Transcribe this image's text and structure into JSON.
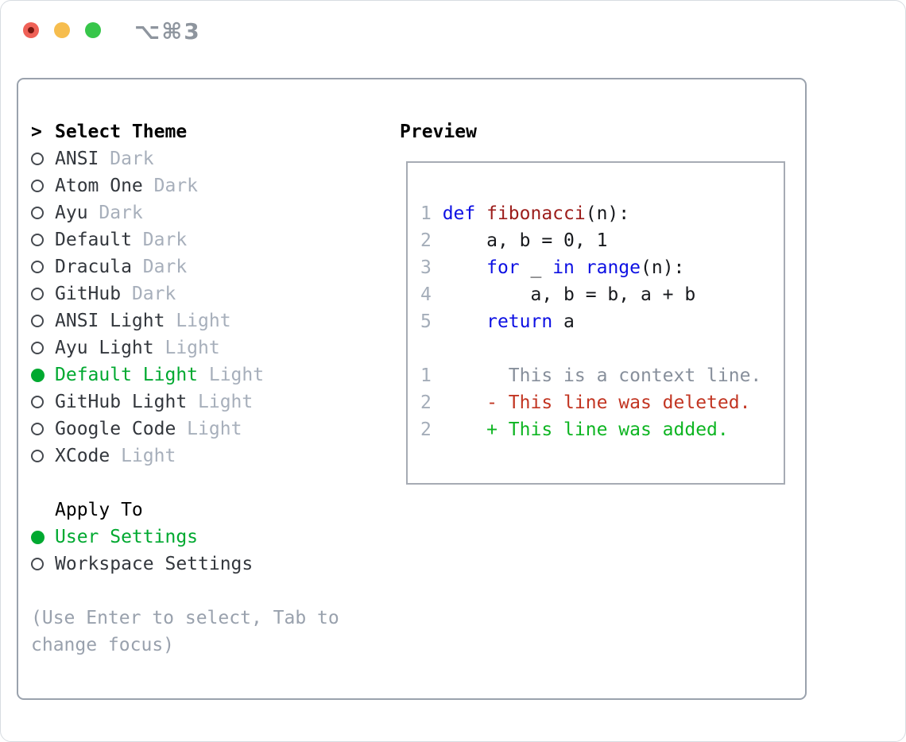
{
  "titlebar": {
    "title": "⌥⌘3"
  },
  "colors": {
    "light-red": "#ef6157",
    "light-red-dot": "#771710",
    "light-yellow": "#f6bd4e",
    "light-green": "#37c64a",
    "title-gray": "#8e959e",
    "panel-border": "#9aa2ad",
    "preview-border": "#a6abb4",
    "item-text": "#33373d",
    "muted": "#a7afbb",
    "hint": "#99a1ad",
    "radio-ring": "#45494f",
    "green-selected": "#00a930",
    "line-num": "#a4adb9",
    "code-text": "#17191d",
    "kw": "#0d10e3",
    "fn": "#9c1d1b",
    "ctx": "#878f9b",
    "del": "#c23522",
    "add": "#0eb522"
  },
  "theme_section": {
    "prompt": ">",
    "header": "Select Theme",
    "items": [
      {
        "name": "ANSI",
        "variant": "Dark",
        "selected": false
      },
      {
        "name": "Atom One",
        "variant": "Dark",
        "selected": false
      },
      {
        "name": "Ayu",
        "variant": "Dark",
        "selected": false
      },
      {
        "name": "Default",
        "variant": "Dark",
        "selected": false
      },
      {
        "name": "Dracula",
        "variant": "Dark",
        "selected": false
      },
      {
        "name": "GitHub",
        "variant": "Dark",
        "selected": false
      },
      {
        "name": "ANSI Light",
        "variant": "Light",
        "selected": false
      },
      {
        "name": "Ayu Light",
        "variant": "Light",
        "selected": false
      },
      {
        "name": "Default Light",
        "variant": "Light",
        "selected": true
      },
      {
        "name": "GitHub Light",
        "variant": "Light",
        "selected": false
      },
      {
        "name": "Google Code",
        "variant": "Light",
        "selected": false
      },
      {
        "name": "XCode",
        "variant": "Light",
        "selected": false
      }
    ]
  },
  "apply_section": {
    "header": "Apply To",
    "items": [
      {
        "name": "User Settings",
        "selected": true
      },
      {
        "name": "Workspace Settings",
        "selected": false
      }
    ]
  },
  "hint": {
    "line1": "(Use Enter to select, Tab to",
    "line2": "change focus)"
  },
  "preview": {
    "title": "Preview",
    "lines": [
      {
        "num": "1",
        "tokens": [
          {
            "c": "kw",
            "t": "def "
          },
          {
            "c": "fn",
            "t": "fibonacci"
          },
          {
            "c": "pl",
            "t": "(n):"
          }
        ]
      },
      {
        "num": "2",
        "tokens": [
          {
            "c": "pl",
            "t": "    a, b = 0, 1"
          }
        ]
      },
      {
        "num": "3",
        "tokens": [
          {
            "c": "pl",
            "t": "    "
          },
          {
            "c": "kw",
            "t": "for"
          },
          {
            "c": "pl",
            "t": " _ "
          },
          {
            "c": "kw",
            "t": "in"
          },
          {
            "c": "pl",
            "t": " "
          },
          {
            "c": "kw",
            "t": "range"
          },
          {
            "c": "pl",
            "t": "(n):"
          }
        ]
      },
      {
        "num": "4",
        "tokens": [
          {
            "c": "pl",
            "t": "        a, b = b, a + b"
          }
        ]
      },
      {
        "num": "5",
        "tokens": [
          {
            "c": "pl",
            "t": "    "
          },
          {
            "c": "kw",
            "t": "return"
          },
          {
            "c": "pl",
            "t": " a"
          }
        ]
      },
      {
        "num": "",
        "tokens": []
      },
      {
        "num": "1",
        "tokens": [
          {
            "c": "ctx",
            "t": "      This is a context line."
          }
        ]
      },
      {
        "num": "2",
        "tokens": [
          {
            "c": "del",
            "t": "    - This line was deleted."
          }
        ]
      },
      {
        "num": "2",
        "tokens": [
          {
            "c": "add",
            "t": "    + This line was added."
          }
        ]
      }
    ]
  }
}
